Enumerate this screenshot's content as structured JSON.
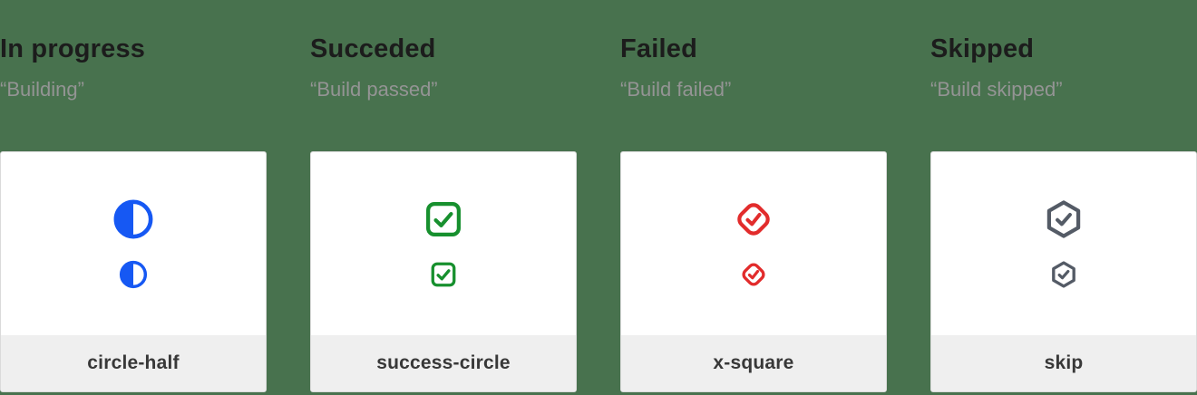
{
  "page": {
    "background": "#48724e",
    "card_background": "#ffffff",
    "card_border": "#dadada",
    "footer_background": "#efefef"
  },
  "columns": [
    {
      "title": "In progress",
      "quote": "“Building”",
      "icon": "circle-half-icon",
      "icon_color": "#1658f3",
      "label": "circle-half"
    },
    {
      "title": "Succeded",
      "quote": "“Build passed”",
      "icon": "check-square-icon",
      "icon_color": "#17902e",
      "label": "success-circle"
    },
    {
      "title": "Failed",
      "quote": "“Build failed”",
      "icon": "check-diamond-icon",
      "icon_color": "#e22c2c",
      "label": "x-square"
    },
    {
      "title": "Skipped",
      "quote": "“Build skipped”",
      "icon": "check-hexagon-icon",
      "icon_color": "#545b66",
      "label": "skip"
    }
  ]
}
